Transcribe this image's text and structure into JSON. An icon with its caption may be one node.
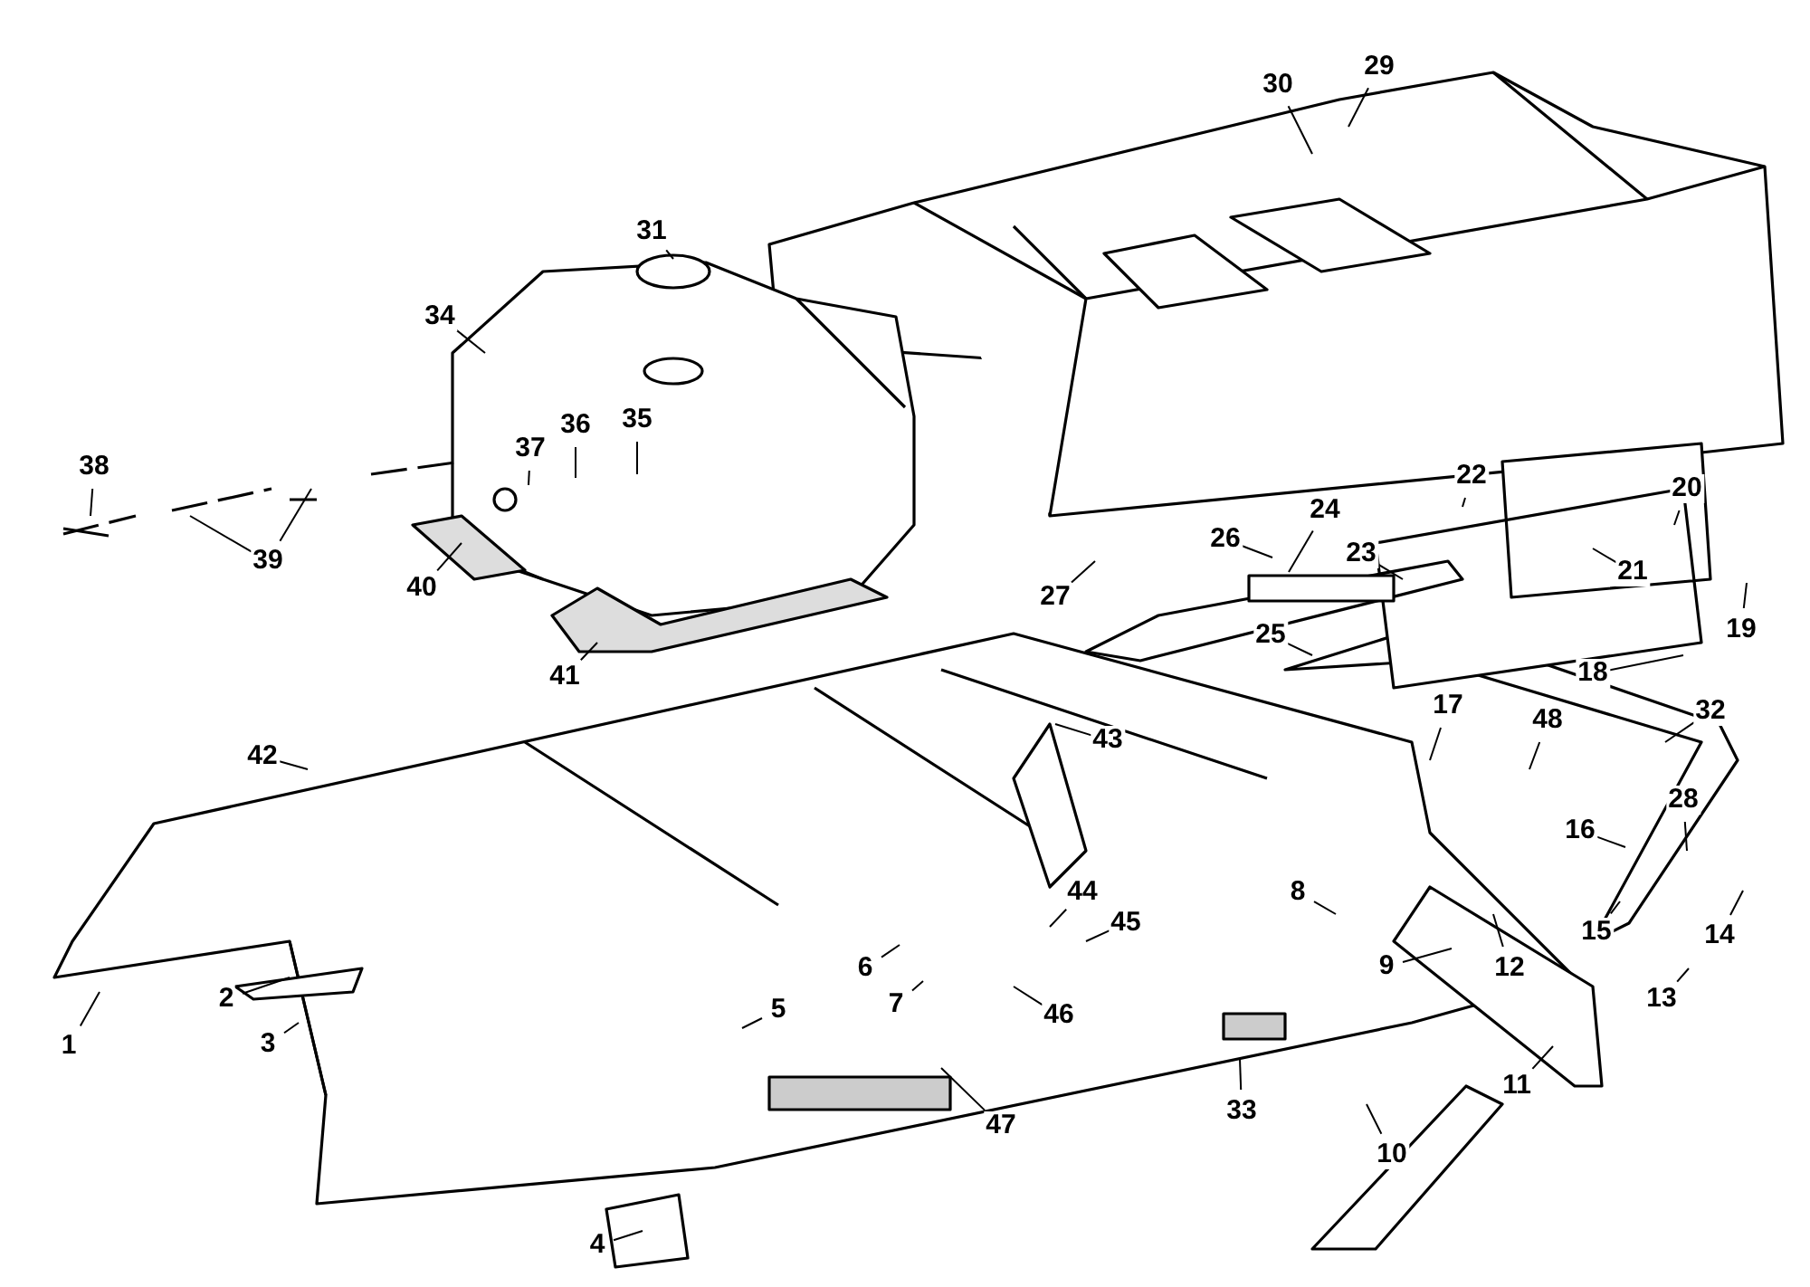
{
  "diagram": {
    "nodes": [
      {
        "text": [
          "1"
        ]
      },
      {
        "text": [
          "2"
        ]
      },
      {
        "text": [
          "3"
        ]
      },
      {
        "text": [
          "4"
        ]
      },
      {
        "text": [
          "5"
        ]
      },
      {
        "text": [
          "6"
        ]
      },
      {
        "text": [
          "7"
        ]
      },
      {
        "text": [
          "8"
        ]
      },
      {
        "text": [
          "9"
        ]
      },
      {
        "text": [
          "10"
        ]
      },
      {
        "text": [
          "11"
        ]
      },
      {
        "text": [
          "12"
        ]
      },
      {
        "text": [
          "13"
        ]
      },
      {
        "text": [
          "14"
        ]
      },
      {
        "text": [
          "15"
        ]
      },
      {
        "text": [
          "16"
        ]
      },
      {
        "text": [
          "17"
        ]
      },
      {
        "text": [
          "18"
        ]
      },
      {
        "text": [
          "19"
        ]
      },
      {
        "text": [
          "20"
        ]
      },
      {
        "text": [
          "21"
        ]
      },
      {
        "text": [
          "22"
        ]
      },
      {
        "text": [
          "23"
        ]
      },
      {
        "text": [
          "24"
        ]
      },
      {
        "text": [
          "25"
        ]
      },
      {
        "text": [
          "26"
        ]
      },
      {
        "text": [
          "27"
        ]
      },
      {
        "text": [
          "28"
        ]
      },
      {
        "text": [
          "29"
        ]
      },
      {
        "text": [
          "30"
        ]
      },
      {
        "text": [
          "31"
        ]
      },
      {
        "text": [
          "32"
        ]
      },
      {
        "text": [
          "33"
        ]
      },
      {
        "text": [
          "34"
        ]
      },
      {
        "text": [
          "35"
        ]
      },
      {
        "text": [
          "36"
        ]
      },
      {
        "text": [
          "37"
        ]
      },
      {
        "text": [
          "38"
        ]
      },
      {
        "text": [
          "39"
        ]
      },
      {
        "text": [
          "40"
        ]
      },
      {
        "text": [
          "41"
        ]
      },
      {
        "text": [
          "42"
        ]
      },
      {
        "text": [
          "43"
        ]
      },
      {
        "text": [
          "44"
        ]
      },
      {
        "text": [
          "45"
        ]
      },
      {
        "text": [
          "46"
        ]
      },
      {
        "text": [
          "47"
        ]
      },
      {
        "text": [
          "48"
        ]
      }
    ],
    "edges": [
      {
        "from": 0,
        "to": null,
        "arrow": "none"
      },
      {
        "from": 1,
        "to": null,
        "arrow": "none"
      },
      {
        "from": 2,
        "to": null,
        "arrow": "none"
      },
      {
        "from": 3,
        "to": null,
        "arrow": "none"
      },
      {
        "from": 4,
        "to": null,
        "arrow": "none"
      },
      {
        "from": 5,
        "to": null,
        "arrow": "none"
      },
      {
        "from": 6,
        "to": null,
        "arrow": "none"
      },
      {
        "from": 7,
        "to": null,
        "arrow": "none"
      },
      {
        "from": 8,
        "to": null,
        "arrow": "none"
      },
      {
        "from": 9,
        "to": null,
        "arrow": "none"
      },
      {
        "from": 10,
        "to": null,
        "arrow": "none"
      },
      {
        "from": 11,
        "to": null,
        "arrow": "none"
      },
      {
        "from": 12,
        "to": null,
        "arrow": "none"
      },
      {
        "from": 13,
        "to": null,
        "arrow": "none"
      },
      {
        "from": 14,
        "to": null,
        "arrow": "none"
      },
      {
        "from": 15,
        "to": null,
        "arrow": "none"
      },
      {
        "from": 16,
        "to": null,
        "arrow": "none"
      },
      {
        "from": 17,
        "to": null,
        "arrow": "none"
      },
      {
        "from": 18,
        "to": null,
        "arrow": "none"
      },
      {
        "from": 19,
        "to": null,
        "arrow": "none"
      },
      {
        "from": 20,
        "to": null,
        "arrow": "none"
      },
      {
        "from": 21,
        "to": null,
        "arrow": "none"
      },
      {
        "from": 22,
        "to": null,
        "arrow": "none"
      },
      {
        "from": 23,
        "to": null,
        "arrow": "none"
      },
      {
        "from": 24,
        "to": null,
        "arrow": "none"
      },
      {
        "from": 25,
        "to": null,
        "arrow": "none"
      },
      {
        "from": 26,
        "to": null,
        "arrow": "none"
      },
      {
        "from": 27,
        "to": null,
        "arrow": "none"
      },
      {
        "from": 28,
        "to": null,
        "arrow": "none"
      },
      {
        "from": 29,
        "to": null,
        "arrow": "none"
      },
      {
        "from": 30,
        "to": null,
        "arrow": "none"
      },
      {
        "from": 31,
        "to": null,
        "arrow": "none"
      },
      {
        "from": 32,
        "to": null,
        "arrow": "none"
      },
      {
        "from": 33,
        "to": null,
        "arrow": "none"
      },
      {
        "from": 34,
        "to": null,
        "arrow": "none"
      },
      {
        "from": 35,
        "to": null,
        "arrow": "none"
      },
      {
        "from": 36,
        "to": null,
        "arrow": "none"
      },
      {
        "from": 37,
        "to": null,
        "arrow": "none"
      },
      {
        "from": 38,
        "to": null,
        "arrow": "none"
      },
      {
        "from": 38,
        "to": null,
        "arrow": "none"
      },
      {
        "from": 39,
        "to": null,
        "arrow": "none"
      },
      {
        "from": 40,
        "to": null,
        "arrow": "none"
      },
      {
        "from": 41,
        "to": null,
        "arrow": "none"
      },
      {
        "from": 42,
        "to": null,
        "arrow": "none"
      },
      {
        "from": 43,
        "to": null,
        "arrow": "none"
      },
      {
        "from": 44,
        "to": null,
        "arrow": "none"
      },
      {
        "from": 45,
        "to": null,
        "arrow": "none"
      },
      {
        "from": 46,
        "to": null,
        "arrow": "none"
      },
      {
        "from": 47,
        "to": null,
        "arrow": "none"
      }
    ]
  }
}
